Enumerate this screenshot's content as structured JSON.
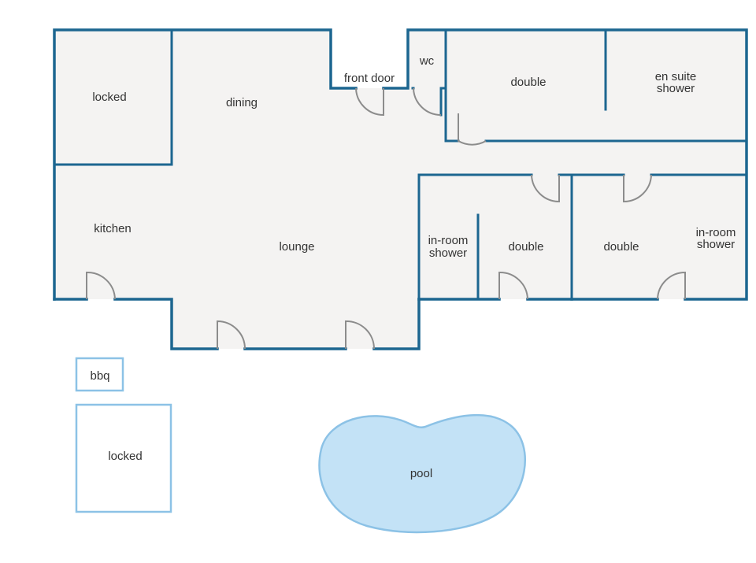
{
  "colors": {
    "wall": "#1c6690",
    "floor": "#f4f3f2",
    "outdoor_outline": "#8cc2e6",
    "pool_fill": "#c3e2f6",
    "door": "#8c8c8c",
    "text": "#333333"
  },
  "rooms": {
    "locked_top": "locked",
    "dining": "dining",
    "front_door": "front door",
    "wc": "wc",
    "double_top": "double",
    "en_suite_line1": "en suite",
    "en_suite_line2": "shower",
    "kitchen": "kitchen",
    "lounge": "lounge",
    "in_room_shower_a_line1": "in-room",
    "in_room_shower_a_line2": "shower",
    "double_mid": "double",
    "double_right": "double",
    "in_room_shower_b_line1": "in-room",
    "in_room_shower_b_line2": "shower"
  },
  "outdoor": {
    "bbq": "bbq",
    "locked_shed": "locked",
    "pool": "pool"
  }
}
